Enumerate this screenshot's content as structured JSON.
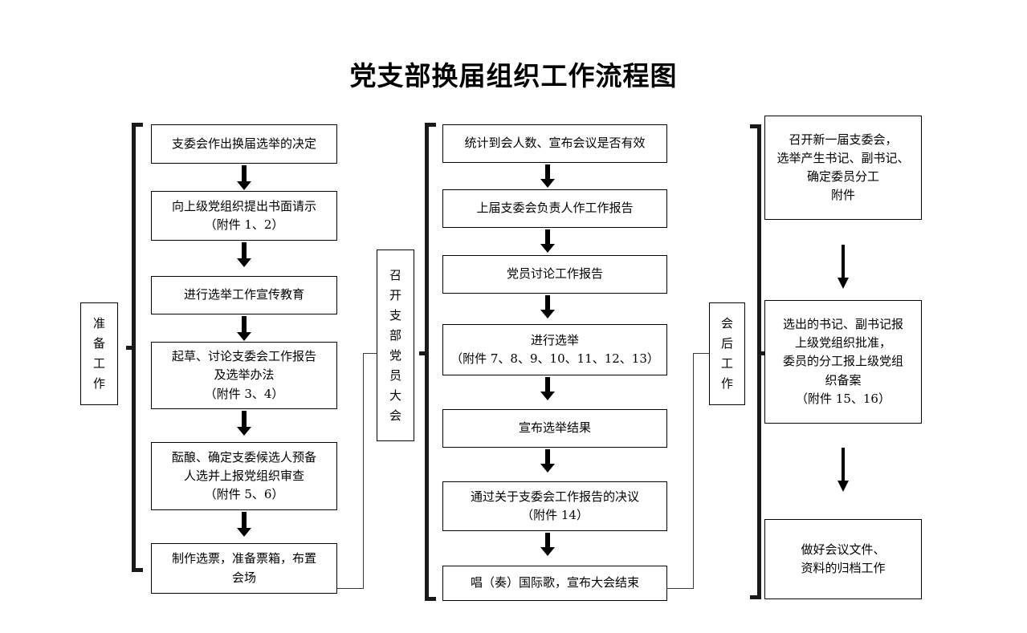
{
  "page": {
    "title": "党支部换届组织工作流程图",
    "background": "#ffffff",
    "ink": "#000000"
  },
  "stages": {
    "preparation": {
      "label_chars": [
        "准",
        "备",
        "工",
        "作"
      ],
      "label": "准备工作"
    },
    "meeting": {
      "label_chars": [
        "召",
        "开",
        "支",
        "部",
        "党",
        "员",
        "大",
        "会"
      ],
      "label": "召开支部党员大会"
    },
    "post_meeting": {
      "label_chars": [
        "会",
        "后",
        "工",
        "作"
      ],
      "label": "会后工作"
    }
  },
  "columns": {
    "left": {
      "name": "准备工作",
      "steps": [
        {
          "lines": [
            "支委会作出换届选举的决定"
          ]
        },
        {
          "lines": [
            "向上级党组织提出书面请示",
            "（附件 1、2）"
          ]
        },
        {
          "lines": [
            "进行选举工作宣传教育"
          ]
        },
        {
          "lines": [
            "起草、讨论支委会工作报告",
            "及选举办法",
            "（附件 3、4）"
          ]
        },
        {
          "lines": [
            "酝酿、确定支委候选人预备",
            "人选并上报党组织审查",
            "（附件 5、6）"
          ]
        },
        {
          "lines": [
            "制作选票，准备票箱，布置",
            "会场"
          ]
        }
      ]
    },
    "middle": {
      "name": "召开支部党员大会",
      "steps": [
        {
          "lines": [
            "统计到会人数、宣布会议是否有效"
          ]
        },
        {
          "lines": [
            "上届支委会负责人作工作报告"
          ]
        },
        {
          "lines": [
            "党员讨论工作报告"
          ]
        },
        {
          "lines": [
            "进行选举",
            "（附件 7、8、9、10、11、12、13）"
          ]
        },
        {
          "lines": [
            "宣布选举结果"
          ]
        },
        {
          "lines": [
            "通过关于支委会工作报告的决议",
            "（附件 14）"
          ]
        },
        {
          "lines": [
            "唱（奏）国际歌，宣布大会结束"
          ]
        }
      ]
    },
    "right": {
      "name": "会后工作",
      "steps": [
        {
          "lines": [
            "召开新一届支委会，",
            "选举产生书记、副书记、",
            "确定委员分工",
            "附件"
          ]
        },
        {
          "lines": [
            "选出的书记、副书记报",
            "上级党组织批准，",
            "委员的分工报上级党组",
            "织备案",
            "（附件 15、16）"
          ]
        },
        {
          "lines": [
            "做好会议文件、",
            "资料的归档工作"
          ]
        }
      ]
    }
  }
}
